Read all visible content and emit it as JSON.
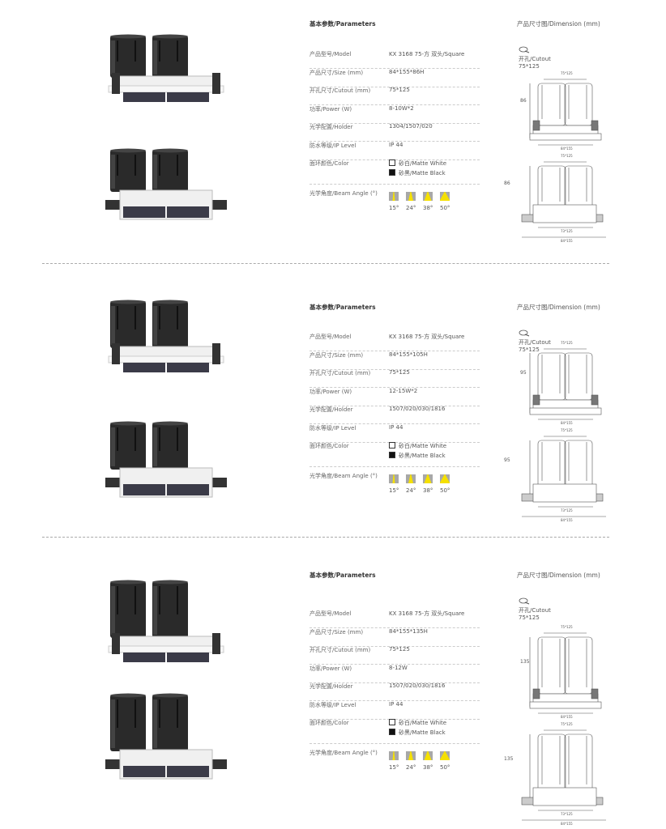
{
  "sections": [
    {
      "parameters_title": "基本参数/Parameters",
      "dimension_title": "产品尺寸图/Dimension (mm)",
      "rows": [
        {
          "label": "产品型号/Model",
          "value": "KX 3168  75-方 双头/Square"
        },
        {
          "label": "产品尺寸/Size (mm)",
          "value": "84*155*86H"
        },
        {
          "label": "开孔尺寸/Cutout (mm)",
          "value": "75*125"
        },
        {
          "label": "功率/Power (W)",
          "value": "8-10W*2"
        },
        {
          "label": "光学配置/Holder",
          "value": "1304/1507/020"
        },
        {
          "label": "防水等级/IP Level",
          "value": "IP 44"
        }
      ],
      "color_label": "面环颜色/Color",
      "colors": [
        {
          "name": "砂白/Matte White",
          "swatch": "#ffffff"
        },
        {
          "name": "砂黑/Matte Black",
          "swatch": "#111111"
        }
      ],
      "beam_label": "光学角度/Beam Angle (°)",
      "beam_angles": [
        "15°",
        "24°",
        "38°",
        "50°"
      ],
      "cutout_label": "开孔/Cutout",
      "cutout_value": "75*125",
      "dims": {
        "height": "86",
        "top_width": "75*125",
        "bottom_width": "84*155",
        "flange_top": "75*125",
        "flange_mid": "73*125",
        "flange_bottom": "84*155"
      }
    },
    {
      "parameters_title": "基本参数/Parameters",
      "dimension_title": "产品尺寸图/Dimension (mm)",
      "rows": [
        {
          "label": "产品型号/Model",
          "value": "KX 3168  75-方 双头/Square"
        },
        {
          "label": "产品尺寸/Size (mm)",
          "value": "84*155*105H"
        },
        {
          "label": "开孔尺寸/Cutout (mm)",
          "value": "75*125"
        },
        {
          "label": "功率/Power (W)",
          "value": "12-15W*2"
        },
        {
          "label": "光学配置/Holder",
          "value": "1507/020/030/1816"
        },
        {
          "label": "防水等级/IP Level",
          "value": "IP 44"
        }
      ],
      "color_label": "面环颜色/Color",
      "colors": [
        {
          "name": "砂白/Matte White",
          "swatch": "#ffffff"
        },
        {
          "name": "砂黑/Matte Black",
          "swatch": "#111111"
        }
      ],
      "beam_label": "光学角度/Beam Angle (°)",
      "beam_angles": [
        "15°",
        "24°",
        "38°",
        "50°"
      ],
      "cutout_label": "开孔/Cutout",
      "cutout_value": "75*125",
      "dims": {
        "height": "95",
        "top_width": "75*125",
        "bottom_width": "84*155",
        "flange_top": "75*125",
        "flange_mid": "73*125",
        "flange_bottom": "84*155"
      }
    },
    {
      "parameters_title": "基本参数/Parameters",
      "dimension_title": "产品尺寸图/Dimension (mm)",
      "rows": [
        {
          "label": "产品型号/Model",
          "value": "KX 3168  75-方 双头/Square"
        },
        {
          "label": "产品尺寸/Size (mm)",
          "value": "84*155*135H"
        },
        {
          "label": "开孔尺寸/Cutout (mm)",
          "value": "75*125"
        },
        {
          "label": "功率/Power (W)",
          "value": "8-12W"
        },
        {
          "label": "光学配置/Holder",
          "value": "1507/020/030/1816"
        },
        {
          "label": "防水等级/IP Level",
          "value": "IP 44"
        }
      ],
      "color_label": "面环颜色/Color",
      "colors": [
        {
          "name": "砂白/Matte White",
          "swatch": "#ffffff"
        },
        {
          "name": "砂黑/Matte Black",
          "swatch": "#111111"
        }
      ],
      "beam_label": "光学角度/Beam Angle (°)",
      "beam_angles": [
        "15°",
        "24°",
        "38°",
        "50°"
      ],
      "cutout_label": "开孔/Cutout",
      "cutout_value": "75*125",
      "dims": {
        "height": "135",
        "top_width": "75*125",
        "bottom_width": "84*155",
        "flange_top": "75*125",
        "flange_mid": "73*125",
        "flange_bottom": "84*155"
      }
    }
  ],
  "colors": {
    "beam_fill": "#f5e000",
    "beam_bg": "#a8a8a8",
    "body": "#2a2a2a",
    "housing": "#f0f0f0"
  }
}
